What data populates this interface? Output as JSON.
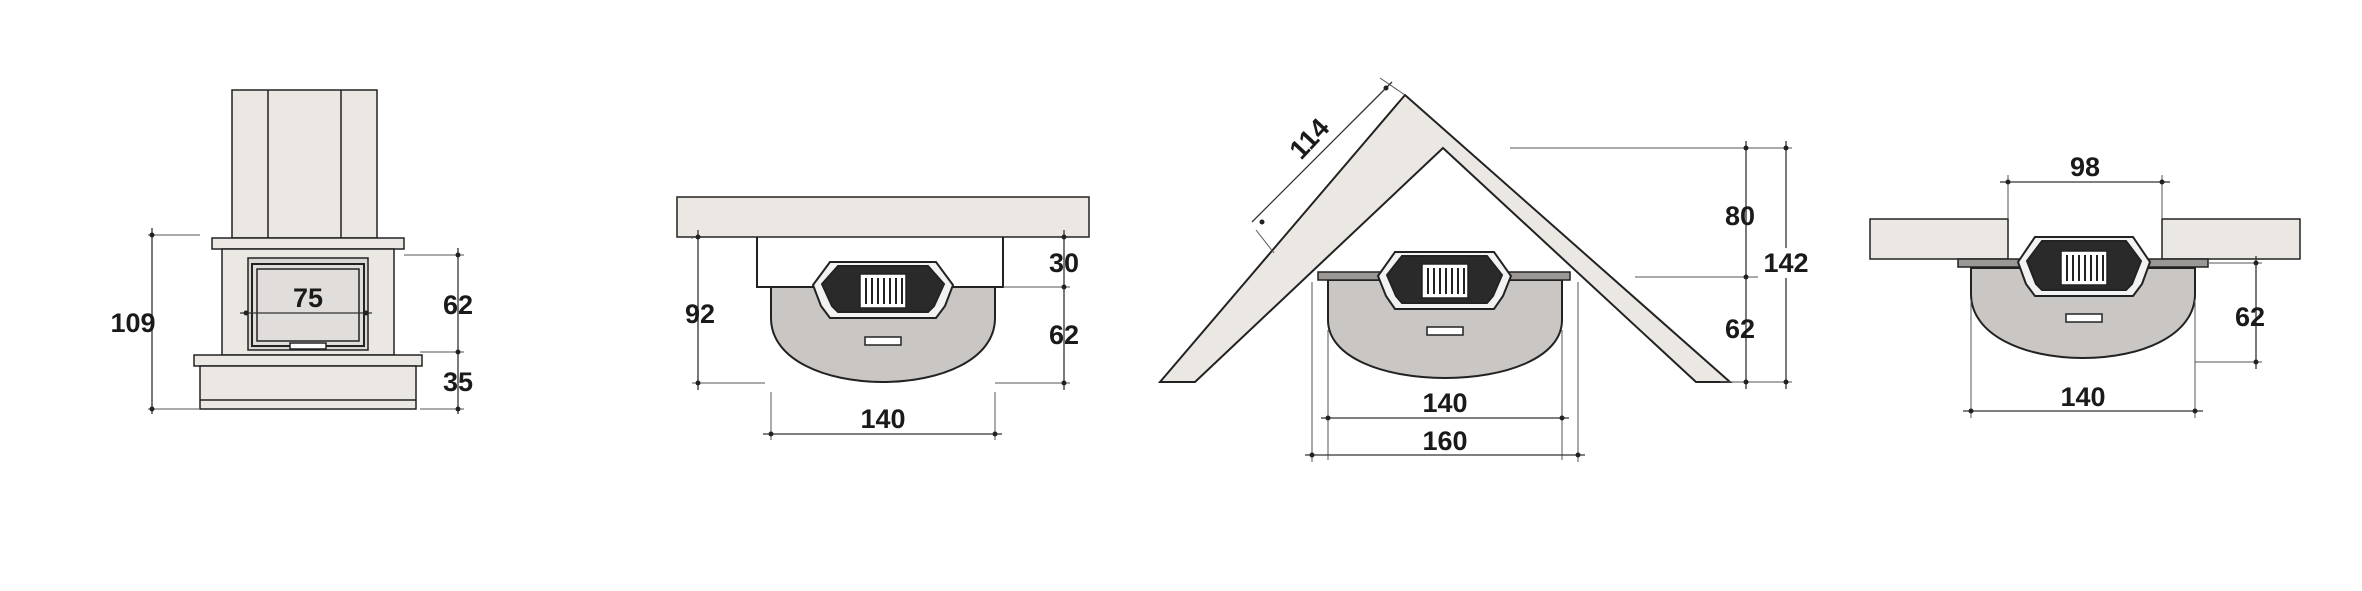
{
  "colors": {
    "wall_fill": "#ebe7e3",
    "hearth_fill": "#c9c6c3",
    "outline": "#222222",
    "insert_dark": "#2a2a2a",
    "insert_light": "#f2f2f2",
    "background": "#ffffff"
  },
  "views": {
    "front_view": {
      "width_label": "75",
      "total_height_label": "109",
      "opening_height_label": "62",
      "base_height_label": "35"
    },
    "flat_wall": {
      "depth_total_label": "92",
      "back_depth_label": "30",
      "front_depth_label": "62",
      "width_label": "140"
    },
    "corner": {
      "wall_length_label": "114",
      "upper_depth_label": "80",
      "total_depth_label": "142",
      "lower_depth_label": "62",
      "inner_width_label": "140",
      "outer_width_label": "160"
    },
    "recessed": {
      "niche_width_label": "98",
      "depth_label": "62",
      "width_label": "140"
    }
  }
}
